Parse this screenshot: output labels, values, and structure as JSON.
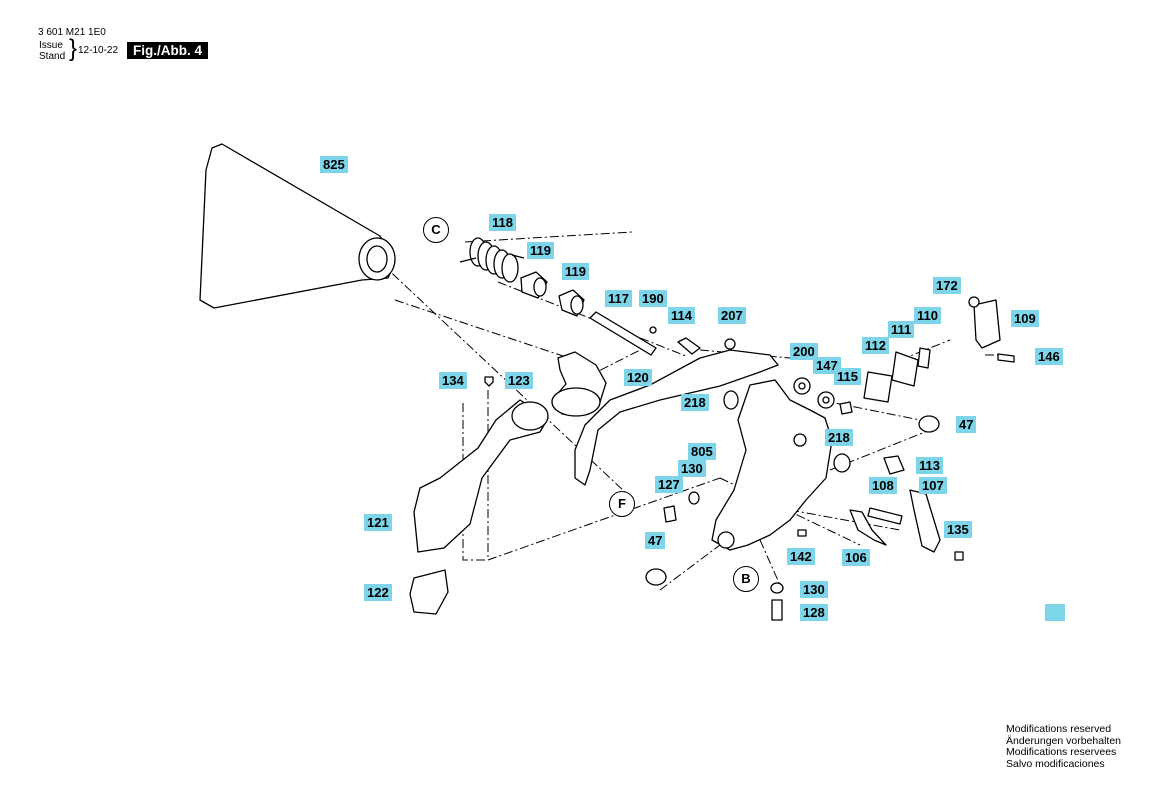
{
  "header": {
    "doc_number": "3 601 M21 1E0",
    "issue_label": "Issue",
    "stand_label": "Stand",
    "date": "12-10-22",
    "figure": "Fig./Abb. 4"
  },
  "callouts": [
    "825",
    "118",
    "119",
    "119",
    "117",
    "190",
    "114",
    "207",
    "200",
    "147",
    "115",
    "218",
    "120",
    "134",
    "123",
    "121",
    "122",
    "805",
    "130",
    "127",
    "47",
    "142",
    "130",
    "128",
    "218",
    "113",
    "108",
    "107",
    "135",
    "106",
    "47",
    "112",
    "111",
    "110",
    "172",
    "109",
    "146"
  ],
  "markers": [
    "C",
    "F",
    "B"
  ],
  "footer": {
    "lines": [
      "Modifications reserved",
      "Änderungen vorbehalten",
      "Modifications reservees",
      "Salvo modificaciones"
    ]
  },
  "colors": {
    "callout": "#7ed5ea",
    "swatch": "#7ed5ea",
    "ink": "#000000"
  }
}
